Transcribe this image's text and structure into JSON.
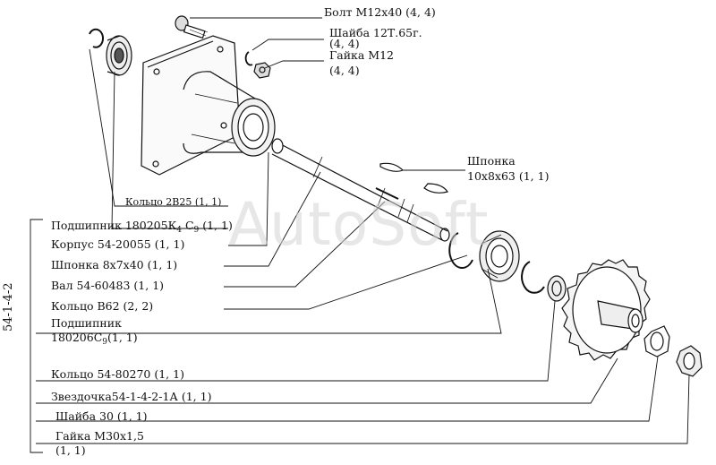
{
  "watermark": "AutoSoft",
  "assembly_code": "54-1-4-2",
  "labels": {
    "bolt": "Болт М12х40 (4, 4)",
    "washer12_line1": "Шайба 12Т.65г.",
    "washer12_line2": "(4, 4)",
    "nut12_line1": "Гайка М12",
    "nut12_line2": "(4, 4)",
    "key10_line1": "Шпонка",
    "key10_line2": "10х8х63 (1, 1)",
    "ring2b25": "Кольцо 2В25 (1, 1)",
    "bearing180205_main": "Подшипник 180205К",
    "bearing180205_sub1": "4",
    "bearing180205_mid": " С",
    "bearing180205_sub2": "9",
    "bearing180205_tail": " (1, 1)",
    "housing": "Корпус 54-20055 (1, 1)",
    "key8": "Шпонка 8х7х40 (1, 1)",
    "shaft": "Вал 54-60483 (1, 1)",
    "ring_b62": "Кольцо В62 (2, 2)",
    "bearing180206_line1": "Подшипник",
    "bearing180206_main": "180206С",
    "bearing180206_sub": "9",
    "bearing180206_tail": "(1, 1)",
    "ring80270": "Кольцо 54-80270 (1, 1)",
    "sprocket": "Звездочка54-1-4-2-1А (1, 1)",
    "washer30": "Шайба 30 (1, 1)",
    "nut30_line1": "Гайка М30х1,5",
    "nut30_line2": "(1, 1)"
  },
  "colors": {
    "ink": "#111111",
    "watermark": "#d4d4d4"
  }
}
